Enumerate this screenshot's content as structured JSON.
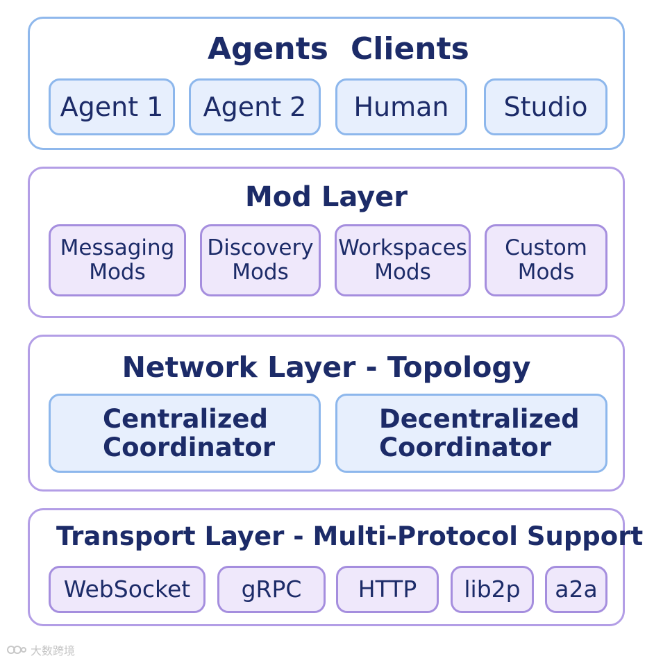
{
  "agents_layer": {
    "title_left": "Agents",
    "title_right": "Clients",
    "items": [
      "Agent 1",
      "Agent 2",
      "Human",
      "Studio"
    ]
  },
  "mod_layer": {
    "title": "Mod Layer",
    "items": [
      {
        "line1": "Messaging",
        "line2": "Mods"
      },
      {
        "line1": "Discovery",
        "line2": "Mods"
      },
      {
        "line1": "Workspaces",
        "line2": "Mods"
      },
      {
        "line1": "Custom",
        "line2": "Mods"
      }
    ]
  },
  "network_layer": {
    "title": "Network Layer - Topology",
    "items": [
      {
        "line1": "Centralized",
        "line2": "Coordinator"
      },
      {
        "line1": "Decentralized",
        "line2": "Coordinator"
      }
    ]
  },
  "transport_layer": {
    "title": "Transport Layer - Multi-Protocol Support",
    "items": [
      "WebSocket",
      "gRPC",
      "HTTP",
      "lib2p",
      "a2a"
    ]
  },
  "watermark": {
    "text": "大数跨境"
  },
  "colors": {
    "text": "#1c2b68",
    "blue_border": "#8fb8ec",
    "blue_fill": "#e7effd",
    "purple_border": "#b39ee6",
    "purple_fill": "#efe8fb"
  }
}
